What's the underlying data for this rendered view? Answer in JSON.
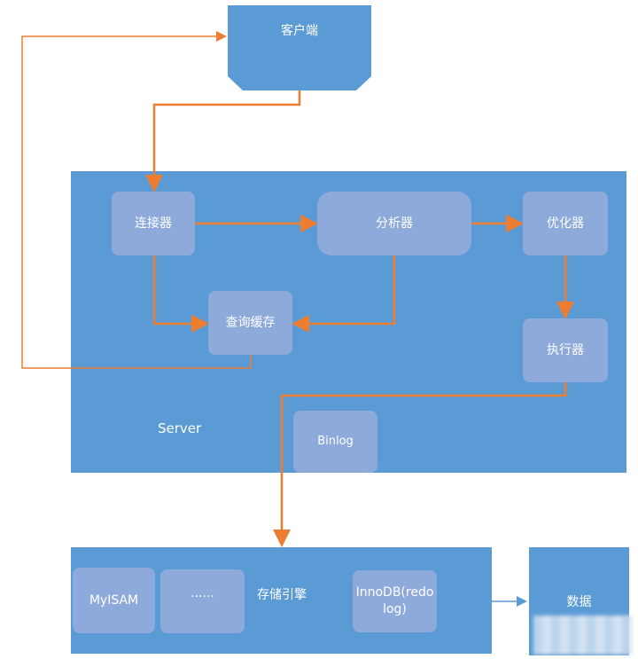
{
  "client": {
    "label": "客户端"
  },
  "server": {
    "label": "Server",
    "connector": "连接器",
    "analyzer": "分析器",
    "optimizer": "优化器",
    "query_cache": "查询缓存",
    "executor": "执行器",
    "binlog": "Binlog"
  },
  "storage": {
    "label": "存储引擎",
    "engines": [
      "MyISAM",
      "......",
      "InnoDB(redo log)"
    ]
  },
  "data_store": {
    "label": "数据"
  },
  "colors": {
    "panel": "#5b9bd5",
    "box": "#8eaadb",
    "arrow_orange": "#ed7d31",
    "arrow_blue": "#5b9bd5"
  }
}
